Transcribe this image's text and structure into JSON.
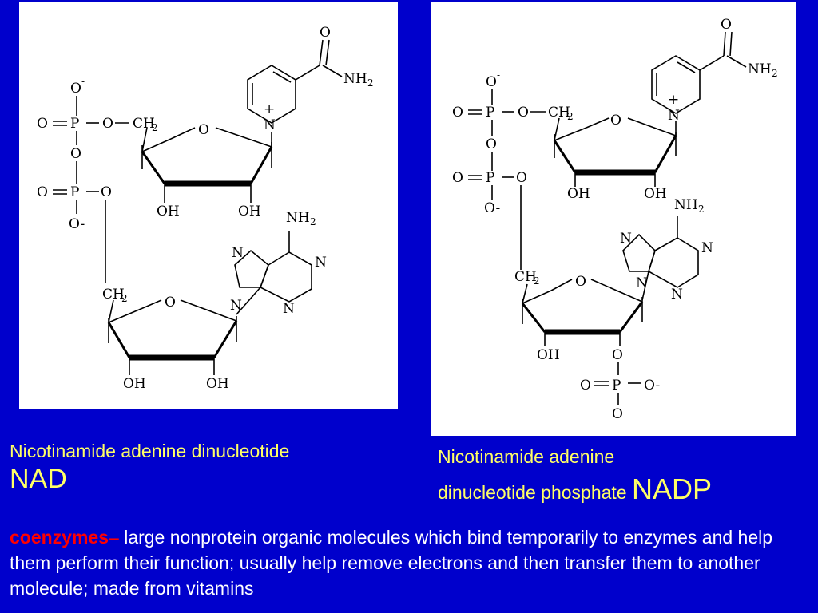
{
  "nad": {
    "caption_line1": "Nicotinamide adenine dinucleotide",
    "abbreviation": "NAD"
  },
  "nadp": {
    "caption_line1": "Nicotinamide adenine",
    "caption_line2": "dinucleotide phosphate",
    "abbreviation": "NADP"
  },
  "definition": {
    "term": "coenzymes",
    "dash": "–",
    "text": " large nonprotein organic molecules which bind temporarily to enzymes and help them perform their function; usually help remove electrons and then transfer them to another molecule; made from vitamins"
  },
  "atoms": {
    "O": "O",
    "P": "P",
    "N": "N",
    "C": "C",
    "H": "H",
    "CH": "CH",
    "NH": "NH",
    "OH": "OH",
    "two": "2",
    "minus": "-",
    "plus": "+",
    "O_minus": "O-"
  }
}
